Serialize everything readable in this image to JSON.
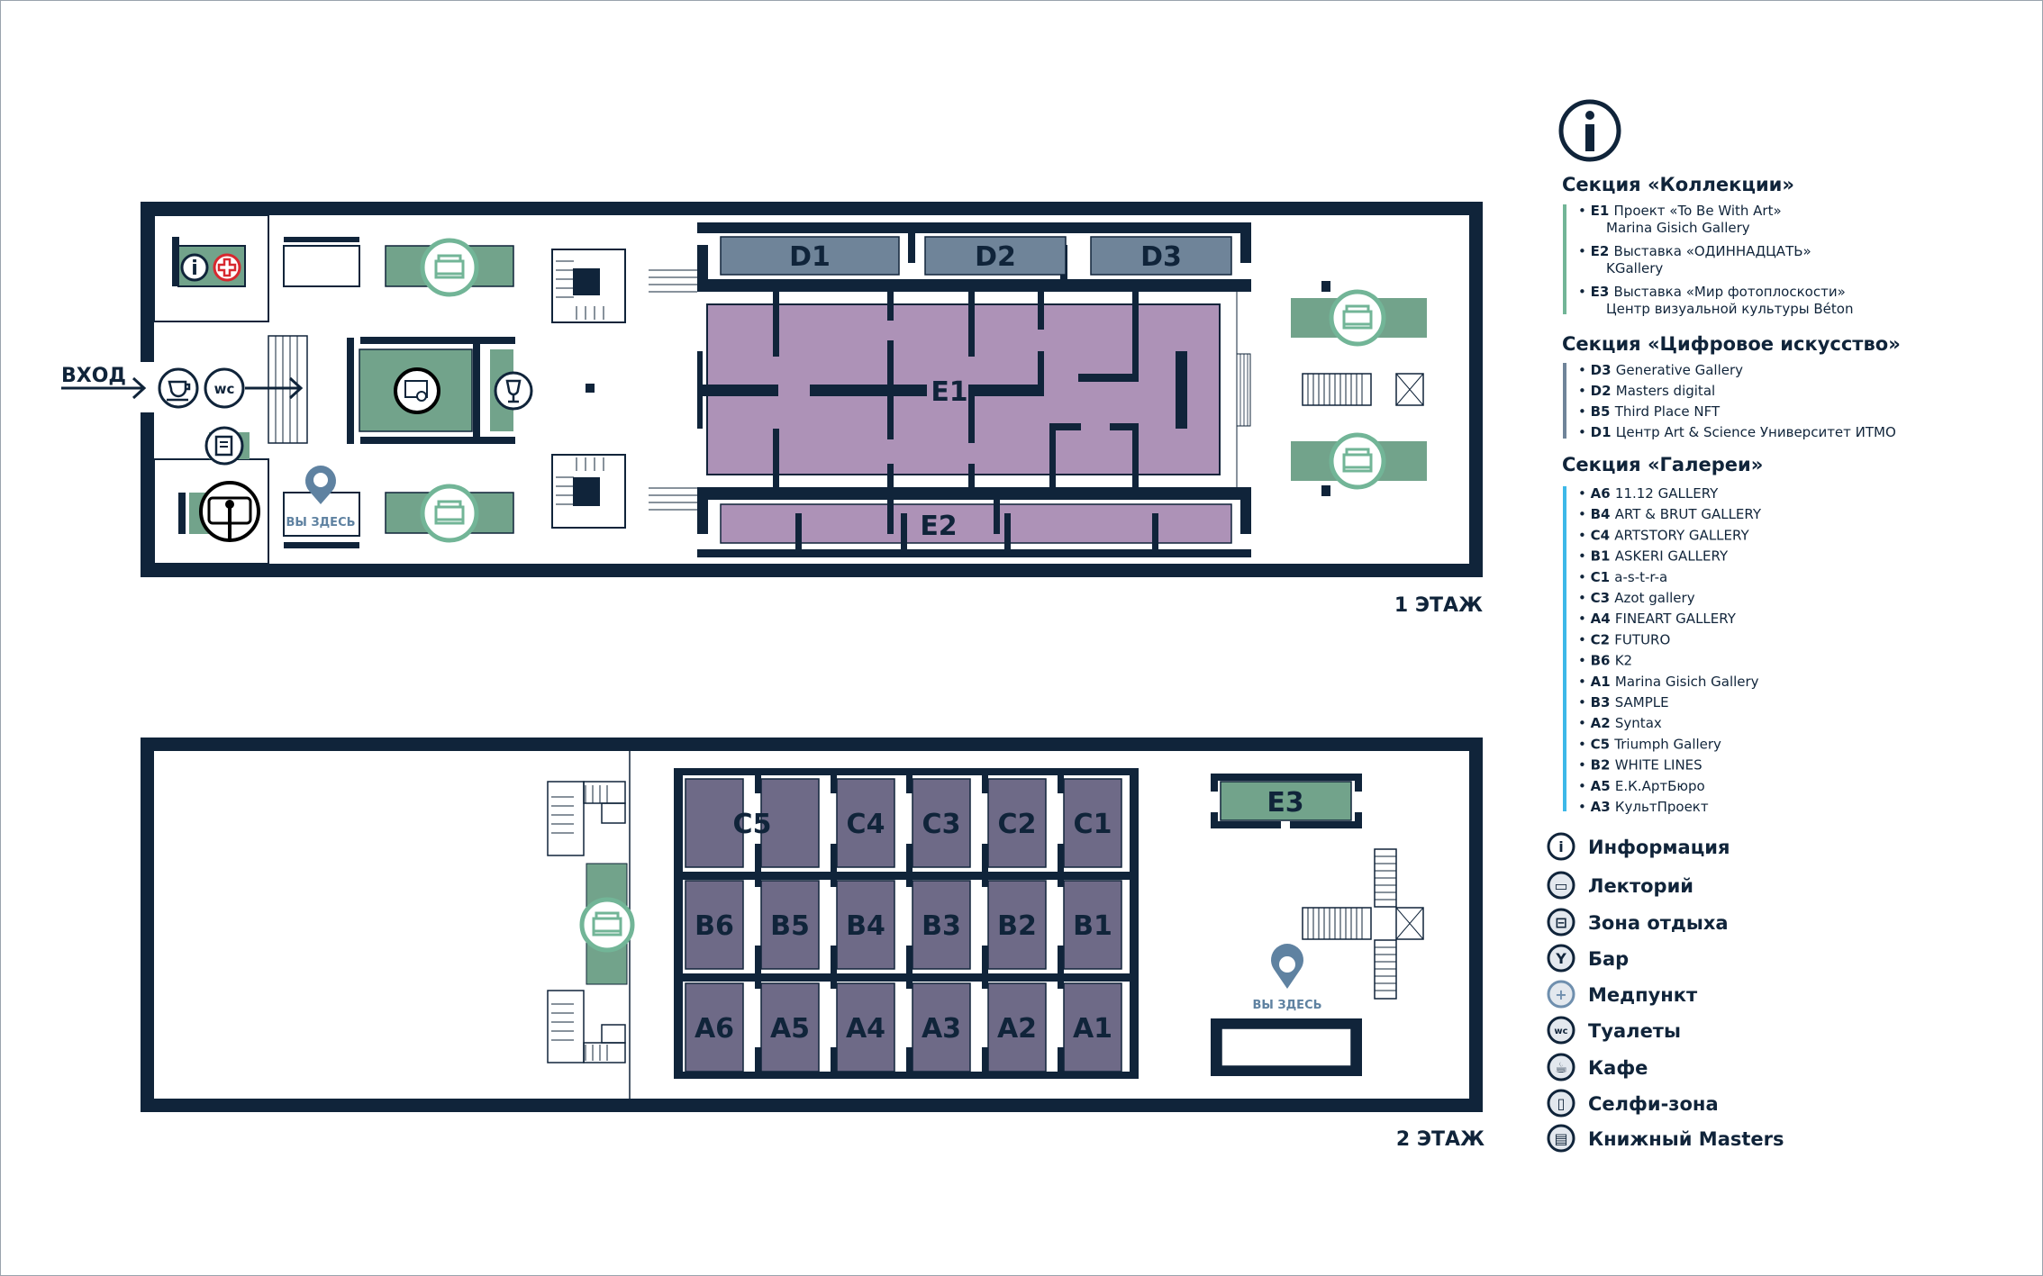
{
  "colors": {
    "wall": "#10243a",
    "exhibit_purple": "#ad92b7",
    "digital": "#6f8499",
    "rest_green": "#72a38b",
    "gallery": "#6e6a87",
    "pin": "#5f82a1",
    "collections_bar": "#72b597",
    "digital_bar": "#6f8499",
    "galleries_bar": "#3db8e8",
    "medical": "#d7282f"
  },
  "floor1": {
    "label": "1 ЭТАЖ",
    "entrance_label": "ВХОД",
    "you_are_here": "ВЫ ЗДЕСЬ",
    "zones": {
      "d1": "D1",
      "d2": "D2",
      "d3": "D3",
      "e1": "E1",
      "e2": "E2"
    }
  },
  "floor2": {
    "label": "2 ЭТАЖ",
    "you_are_here": "ВЫ ЗДЕСЬ",
    "e3": "E3",
    "booth_rows": [
      [
        "C5",
        "C4",
        "C3",
        "C2",
        "C1"
      ],
      [
        "B6",
        "B5",
        "B4",
        "B3",
        "B2",
        "B1"
      ],
      [
        "A6",
        "A5",
        "A4",
        "A3",
        "A2",
        "A1"
      ]
    ]
  },
  "legend": {
    "info_icon": "info-icon",
    "sections": [
      {
        "title": "Секция «Коллекции»",
        "items": [
          {
            "code": "E1",
            "name": "Проект «To Be With Art»",
            "sub": "Marina Gisich Gallery"
          },
          {
            "code": "E2",
            "name": "Выставка «ОДИННАДЦАТЬ»",
            "sub": "KGallery"
          },
          {
            "code": "E3",
            "name": "Выставка «Мир фотоплоскости»",
            "sub": "Центр визуальной культуры Béton"
          }
        ]
      },
      {
        "title": "Секция «Цифровое искусство»",
        "items": [
          {
            "code": "D3",
            "name": "Generative Gallery"
          },
          {
            "code": "D2",
            "name": "Masters digital"
          },
          {
            "code": "B5",
            "name": "Third Place NFT"
          },
          {
            "code": "D1",
            "name": "Центр Art & Science Университет ИТМО"
          }
        ]
      },
      {
        "title": "Секция «Галереи»",
        "items": [
          {
            "code": "A6",
            "name": "11.12 GALLERY"
          },
          {
            "code": "B4",
            "name": "ART & BRUT GALLERY"
          },
          {
            "code": "C4",
            "name": "ARTSTORY GALLERY"
          },
          {
            "code": "B1",
            "name": "ASKERI GALLERY"
          },
          {
            "code": "C1",
            "name": "a-s-t-r-a"
          },
          {
            "code": "C3",
            "name": "Azot gallery"
          },
          {
            "code": "A4",
            "name": "FINEART GALLERY"
          },
          {
            "code": "C2",
            "name": "FUTURO"
          },
          {
            "code": "B6",
            "name": "K2"
          },
          {
            "code": "A1",
            "name": "Marina Gisich Gallery"
          },
          {
            "code": "B3",
            "name": "SAMPLE"
          },
          {
            "code": "A2",
            "name": "Syntax"
          },
          {
            "code": "C5",
            "name": "Triumph Gallery"
          },
          {
            "code": "B2",
            "name": "WHITE LINES"
          },
          {
            "code": "A5",
            "name": "Е.К.АртБюро"
          },
          {
            "code": "A3",
            "name": "КультПроект"
          }
        ]
      }
    ],
    "symbols": [
      {
        "icon": "info-icon",
        "glyph": "i",
        "label": "Информация"
      },
      {
        "icon": "lecture-icon",
        "glyph": "▭",
        "label": "Лекторий"
      },
      {
        "icon": "sofa-icon",
        "glyph": "⊟",
        "label": "Зона отдыха"
      },
      {
        "icon": "wine-glass-icon",
        "glyph": "Y",
        "label": "Бар"
      },
      {
        "icon": "medical-cross-icon",
        "glyph": "+",
        "label": "Медпункт"
      },
      {
        "icon": "wc-icon",
        "glyph": "wc",
        "label": "Туалеты"
      },
      {
        "icon": "coffee-cup-icon",
        "glyph": "☕",
        "label": "Кафе"
      },
      {
        "icon": "selfie-icon",
        "glyph": "▯",
        "label": "Селфи-зона"
      },
      {
        "icon": "book-icon",
        "glyph": "▤",
        "label": "Книжный Masters"
      }
    ]
  }
}
